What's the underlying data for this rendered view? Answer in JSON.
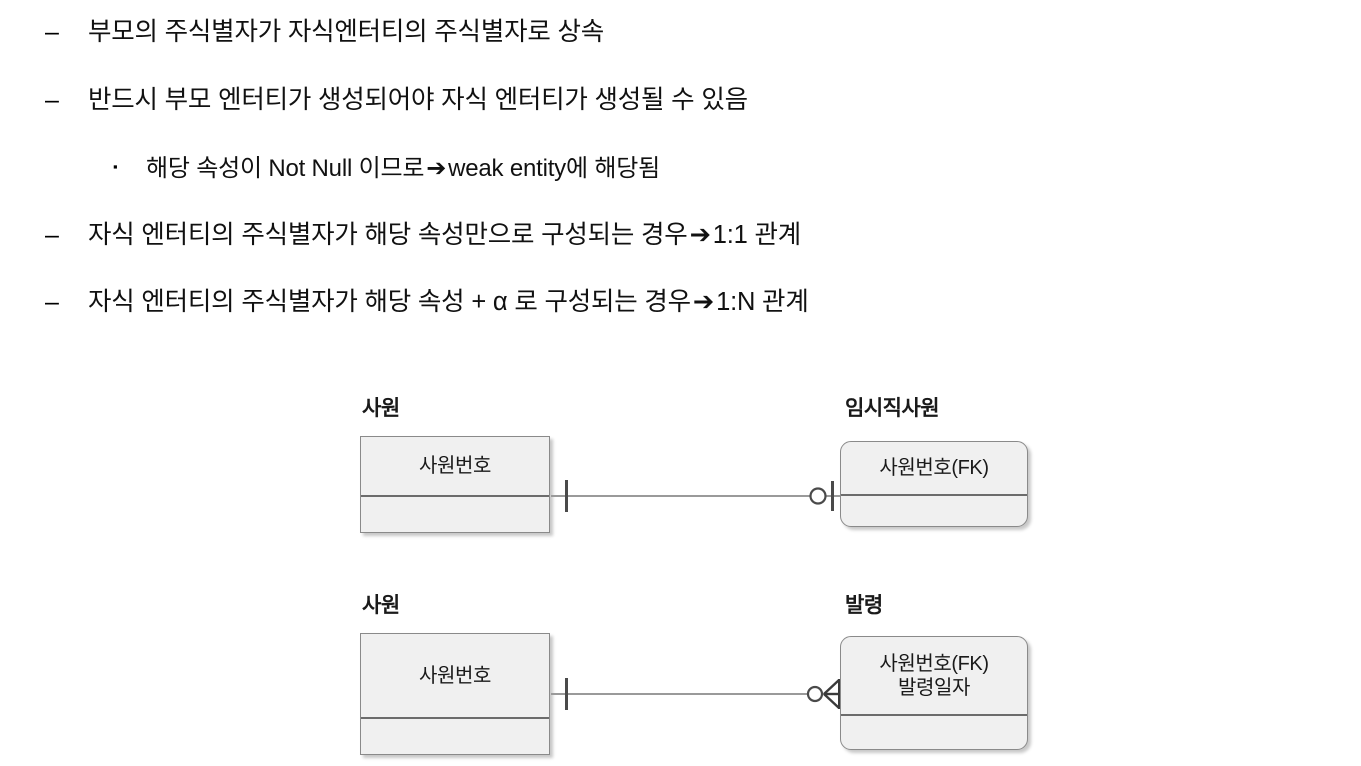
{
  "slide": {
    "bullets": [
      {
        "level": 1,
        "marker": "–",
        "text": "부모의 주식별자가 자식엔터티의 주식별자로 상속"
      },
      {
        "level": 1,
        "marker": "–",
        "text": "반드시 부모 엔터티가 생성되어야 자식 엔터티가 생성될 수 있음"
      },
      {
        "level": 2,
        "marker": "▪",
        "text_before": "해당 속성이 Not Null 이므로",
        "arrow": "➔",
        "text_after": "weak entity에 해당됨"
      },
      {
        "level": 1,
        "marker": "–",
        "text_before": "자식 엔터티의 주식별자가 해당 속성만으로 구성되는 경우",
        "arrow": "➔",
        "text_after": "1:1 관계"
      },
      {
        "level": 1,
        "marker": "–",
        "text_before": "자식 엔터티의 주식별자가 해당 속성 + α 로 구성되는 경우",
        "arrow": "➔",
        "text_after": "1:N 관계"
      }
    ]
  },
  "diagrams": [
    {
      "name": "one-to-one",
      "left_entity": {
        "title": "사원",
        "attributes": [
          "사원번호"
        ],
        "corners": "square"
      },
      "right_entity": {
        "title": "임시직사원",
        "attributes": [
          "사원번호(FK)"
        ],
        "corners": "rounded"
      },
      "left_cardinality": "one",
      "right_cardinality": "zero-or-one"
    },
    {
      "name": "one-to-many",
      "left_entity": {
        "title": "사원",
        "attributes": [
          "사원번호"
        ],
        "corners": "square"
      },
      "right_entity": {
        "title": "발령",
        "attributes": [
          "사원번호(FK)",
          "발령일자"
        ],
        "corners": "rounded"
      },
      "left_cardinality": "one",
      "right_cardinality": "zero-or-many"
    }
  ],
  "colors": {
    "entity_fill": "#f0f0f0",
    "entity_border": "#8a8a8a",
    "relationship_line": "#9a9a9a",
    "text": "#111111"
  }
}
